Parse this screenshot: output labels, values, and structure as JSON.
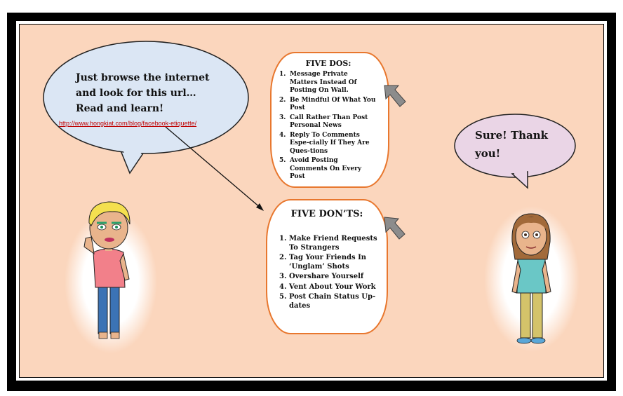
{
  "left_bubble": {
    "text": "Just browse the internet and look for this url… Read and learn!",
    "url": "http://www.hongkiat.com/blog/facebook-etiquette/"
  },
  "dos_panel": {
    "title": "FIVE DOS:",
    "items": [
      {
        "num": "1.",
        "text": "Message Private Matters Instead Of Posting On Wall."
      },
      {
        "num": "2.",
        "text": "Be Mindful Of What You Post"
      },
      {
        "num": "3.",
        "text": "Call Rather Than Post Personal News"
      },
      {
        "num": "4.",
        "text": "Reply To Comments Espe-cially If They Are Ques-tions"
      },
      {
        "num": "5.",
        "text": "Avoid Posting Comments On Every Post"
      }
    ]
  },
  "donts_panel": {
    "title": "FIVE DON’TS:",
    "items": [
      {
        "num": "1.",
        "text": "Make Friend Requests To Strangers"
      },
      {
        "num": "2.",
        "text": "Tag Your Friends In ‘Unglam’ Shots"
      },
      {
        "num": "3.",
        "text": "Overshare Yourself"
      },
      {
        "num": "4.",
        "text": "Vent About Your Work"
      },
      {
        "num": "5.",
        "text": "Post Chain Status Up-dates"
      }
    ]
  },
  "right_bubble": {
    "text": "Sure! Thank you!"
  },
  "colors": {
    "background": "#fbd6bd",
    "left_bubble_fill": "#dbe6f4",
    "right_bubble_fill": "#ead5e6",
    "panel_border": "#e8772e",
    "url_color": "#c00000"
  }
}
